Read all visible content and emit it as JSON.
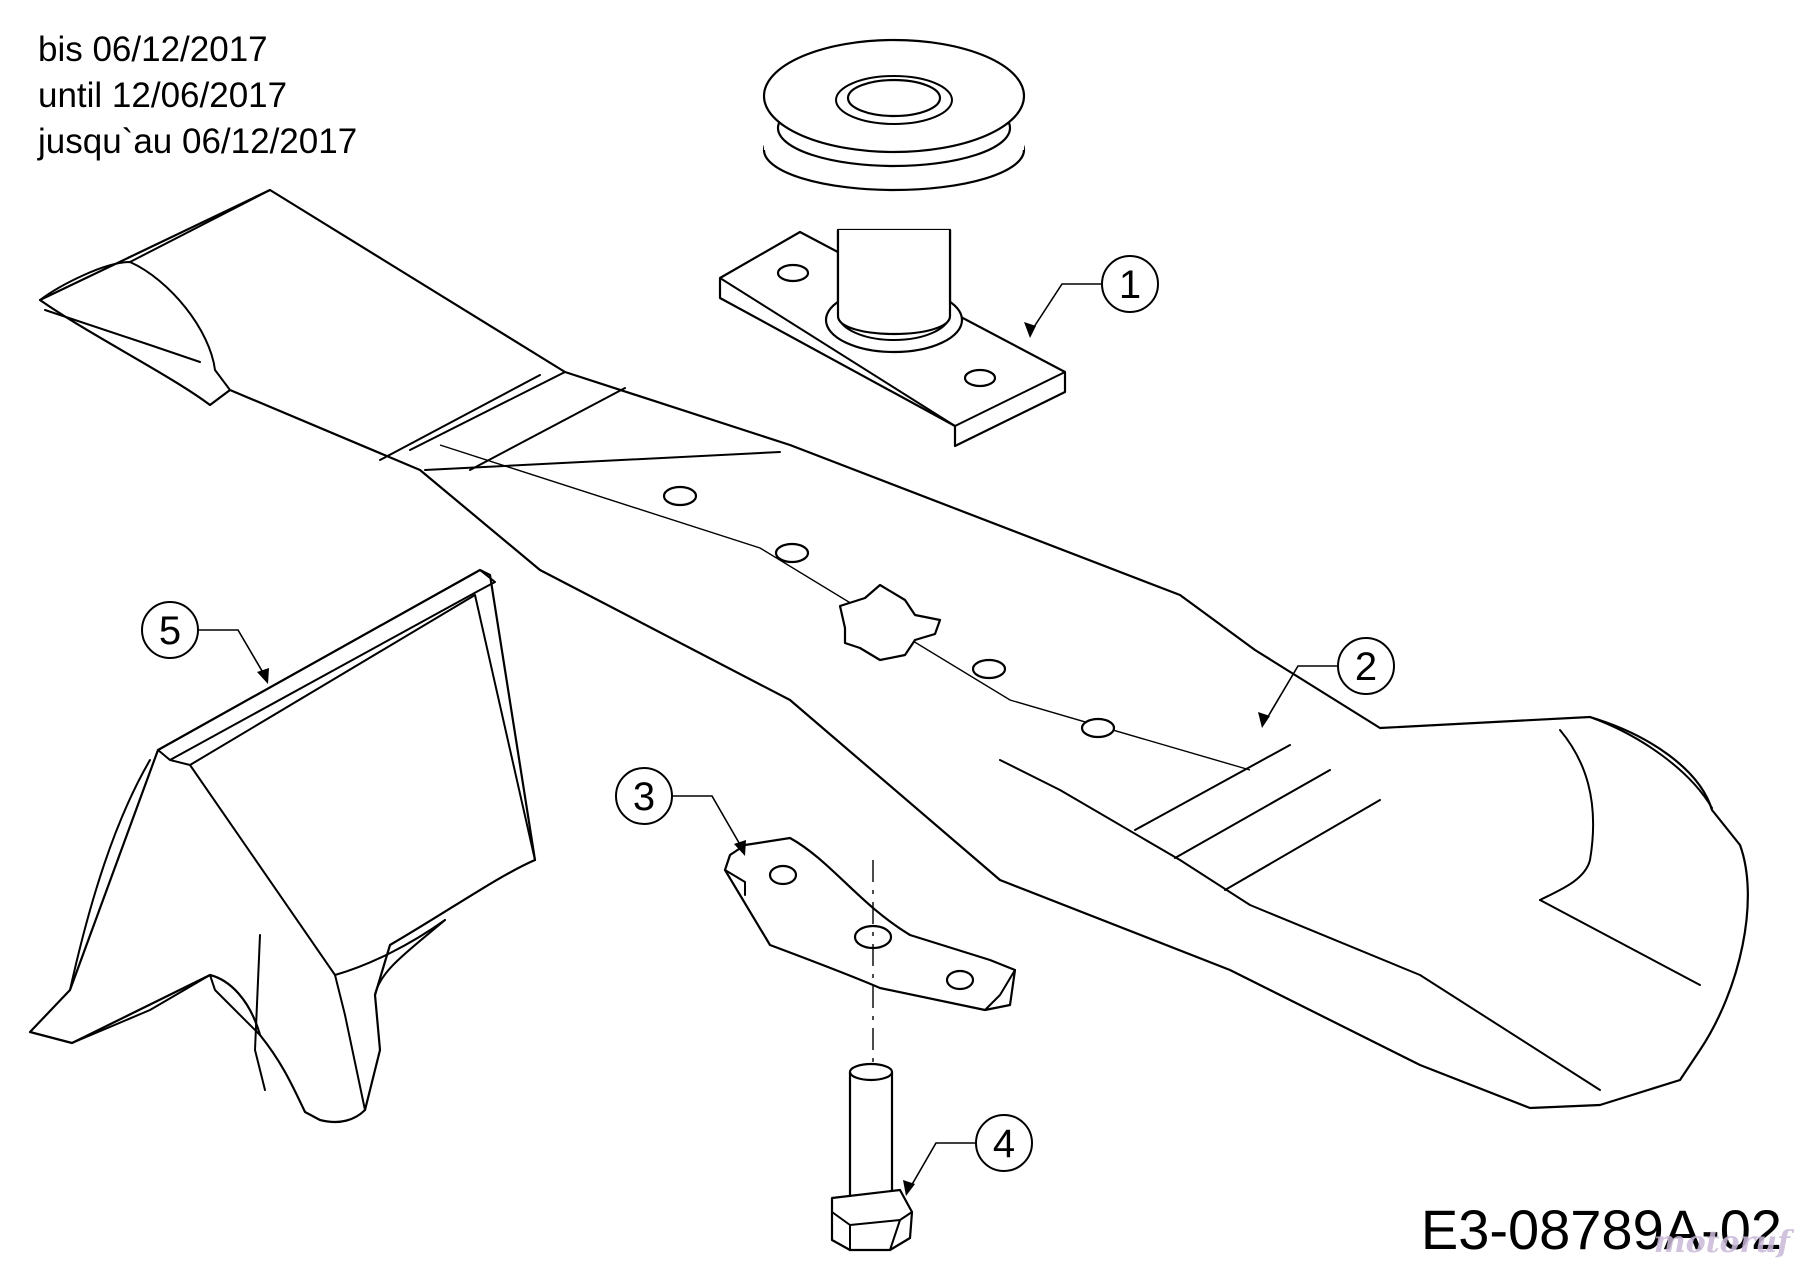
{
  "header": {
    "line1": "bis 06/12/2017",
    "line2": "until 12/06/2017",
    "line3": "jusqu`au 06/12/2017"
  },
  "diagram_code": "E3-08789A-02",
  "watermark": "motoruf",
  "callouts": [
    {
      "number": "1",
      "part": "spindle-pulley"
    },
    {
      "number": "2",
      "part": "mower-blade"
    },
    {
      "number": "3",
      "part": "blade-adapter"
    },
    {
      "number": "4",
      "part": "blade-bolt"
    },
    {
      "number": "5",
      "part": "mulch-deflector"
    }
  ],
  "colors": {
    "line": "#000000",
    "background": "#ffffff",
    "watermark": "#c9b8d8"
  }
}
